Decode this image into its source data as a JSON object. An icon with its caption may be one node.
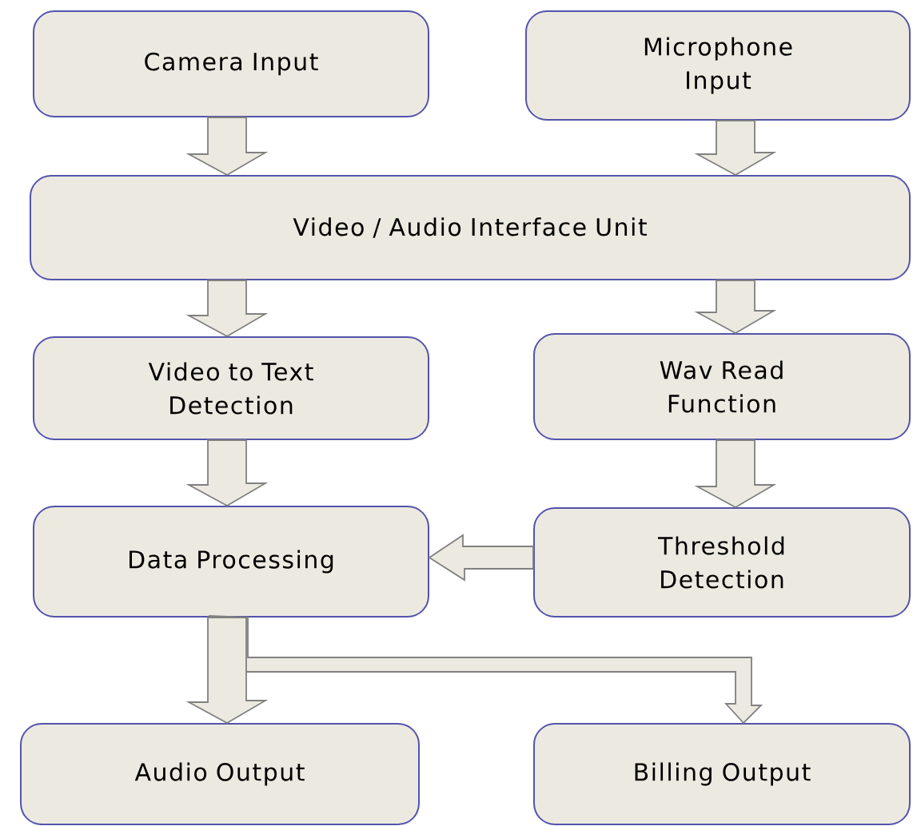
{
  "diagram": {
    "nodes": [
      {
        "text": [
          "Camera Input"
        ]
      },
      {
        "text": [
          "Microphone Input"
        ]
      },
      {
        "text": [
          "Video / Audio Interface Unit"
        ]
      },
      {
        "text": [
          "Video to Text Detection"
        ]
      },
      {
        "text": [
          "Wav Read Function"
        ]
      },
      {
        "text": [
          "Data Processing"
        ]
      },
      {
        "text": [
          "Threshold Detection"
        ]
      },
      {
        "text": [
          "Audio Output"
        ]
      },
      {
        "text": [
          "Billing Output"
        ]
      }
    ],
    "edges": [
      {
        "from": 0,
        "to": 2,
        "arrow": "to"
      },
      {
        "from": 1,
        "to": 2,
        "arrow": "to"
      },
      {
        "from": 2,
        "to": 3,
        "arrow": "to"
      },
      {
        "from": 2,
        "to": 4,
        "arrow": "to"
      },
      {
        "from": 3,
        "to": 5,
        "arrow": "to"
      },
      {
        "from": 4,
        "to": 6,
        "arrow": "to"
      },
      {
        "from": 6,
        "to": 5,
        "arrow": "to"
      },
      {
        "from": 5,
        "to": 8,
        "arrow": "to"
      },
      {
        "from": 5,
        "to": 7,
        "arrow": "to"
      }
    ]
  }
}
